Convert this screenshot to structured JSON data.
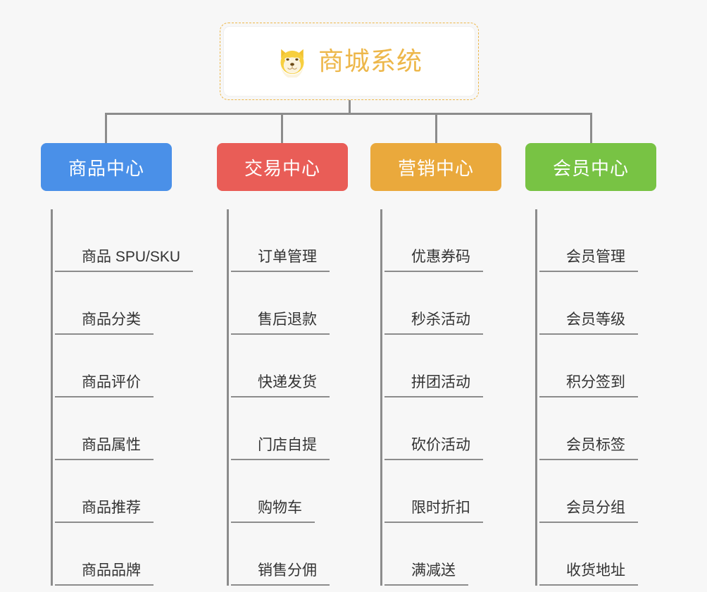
{
  "root": {
    "title": "商城系统",
    "icon": "shiba-dog-face-icon",
    "border_color": "#edb74a",
    "text_color": "#edb74a"
  },
  "canvas": {
    "background": "#f7f7f7",
    "connector_color": "#8c8c8c"
  },
  "categories": [
    {
      "label": "商品中心",
      "color": "#4a90e8",
      "items": [
        "商品 SPU/SKU",
        "商品分类",
        "商品评价",
        "商品属性",
        "商品推荐",
        "商品品牌"
      ]
    },
    {
      "label": "交易中心",
      "color": "#e95d57",
      "items": [
        "订单管理",
        "售后退款",
        "快递发货",
        "门店自提",
        "购物车",
        "销售分佣"
      ]
    },
    {
      "label": "营销中心",
      "color": "#eaa93c",
      "items": [
        "优惠券码",
        "秒杀活动",
        "拼团活动",
        "砍价活动",
        "限时折扣",
        "满减送"
      ]
    },
    {
      "label": "会员中心",
      "color": "#78c344",
      "items": [
        "会员管理",
        "会员等级",
        "积分签到",
        "会员标签",
        "会员分组",
        "收货地址"
      ]
    }
  ]
}
